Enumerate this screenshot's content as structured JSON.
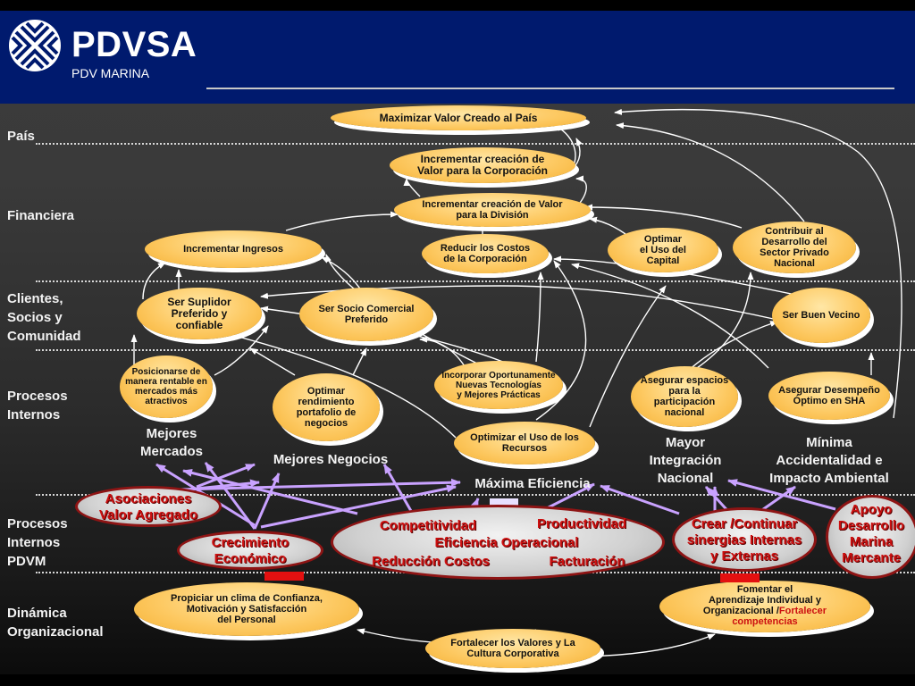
{
  "header": {
    "brand": "PDVSA",
    "sub_brand": "PDV MARINA",
    "colors": {
      "header_bg": "#001a6e",
      "node_fill": "#fdc962",
      "accent_red": "#cc1010",
      "arrow_violet": "#c9a2ff"
    }
  },
  "bands": [
    "País",
    "Financiera",
    "Clientes,\nSocios y\nComunidad",
    "Procesos\nInternos",
    "Procesos\nInternos\nPDVM",
    "Dinámica\nOrganizacional"
  ],
  "nodes": {
    "maximizar_valor": "Maximizar Valor Creado al País",
    "valor_corporacion": "Incrementar creación de\nValor para la Corporación",
    "valor_division": "Incrementar creación de   Valor\npara la División",
    "incrementar_ingresos": "Incrementar Ingresos",
    "reducir_costos": "Reducir los Costos\nde la Corporación",
    "optimar_capital": "Optimar\nel Uso del\nCapital",
    "contribuir_desarrollo": "Contribuir al\nDesarrollo del\nSector Privado\nNacional",
    "suplidor_preferido": "Ser Suplidor\nPreferido y\nconfiable",
    "socio_comercial": "Ser Socio Comercial\nPreferido",
    "buen_vecino": "Ser Buen Vecino",
    "posicionarse": "Posicionarse de\nmanera rentable en\nmercados más\natractivos",
    "optimar_rendimiento": "Optimar\nrendimiento\nportafolio de\nnegocios",
    "incorporar_tecnologias": "Incorporar Oportunamente\nNuevas Tecnologías\ny Mejores Prácticas",
    "optimizar_recursos": "Optimizar el Uso de los\nRecursos",
    "asegurar_espacios": "Asegurar espacios\npara la\nparticipación\nnacional",
    "asegurar_desempeno": "Asegurar Desempeño\nÓptimo en SHA",
    "clima_confianza": "Propiciar un clima de Confianza,\nMotivación y Satisfacción\ndel Personal",
    "aprendizaje": "Fomentar el\nAprendizaje  Individual y\nOrganizacional /",
    "aprendizaje_extra": "Fortalecer\ncompetencias",
    "valores_cultura": "Fortalecer los Valores y La\nCultura Corporativa"
  },
  "labels": {
    "mejores_mercados": "Mejores\nMercados",
    "mejores_negocios": "Mejores Negocios",
    "maxima_eficiencia": "Máxima Eficiencia",
    "mayor_integracion": "Mayor\nIntegración\nNacional",
    "minima_accidentalidad": "Mínima\nAccidentalidad e\nImpacto Ambiental"
  },
  "pdvm": {
    "asociaciones": "Asociaciones\nValor Agregado",
    "crecimiento": "Crecimiento\nEconómico",
    "competitividad": "Competitividad",
    "productividad": "Productividad",
    "eficiencia_operacional": "Eficiencia Operacional",
    "reduccion_costos": "Reducción Costos",
    "facturacion": "Facturación",
    "sinergias": "Crear /Continuar\nsinergias Internas\ny Externas",
    "apoyo_marina": "Apoyo\nDesarrollo\nMarina\nMercante"
  }
}
